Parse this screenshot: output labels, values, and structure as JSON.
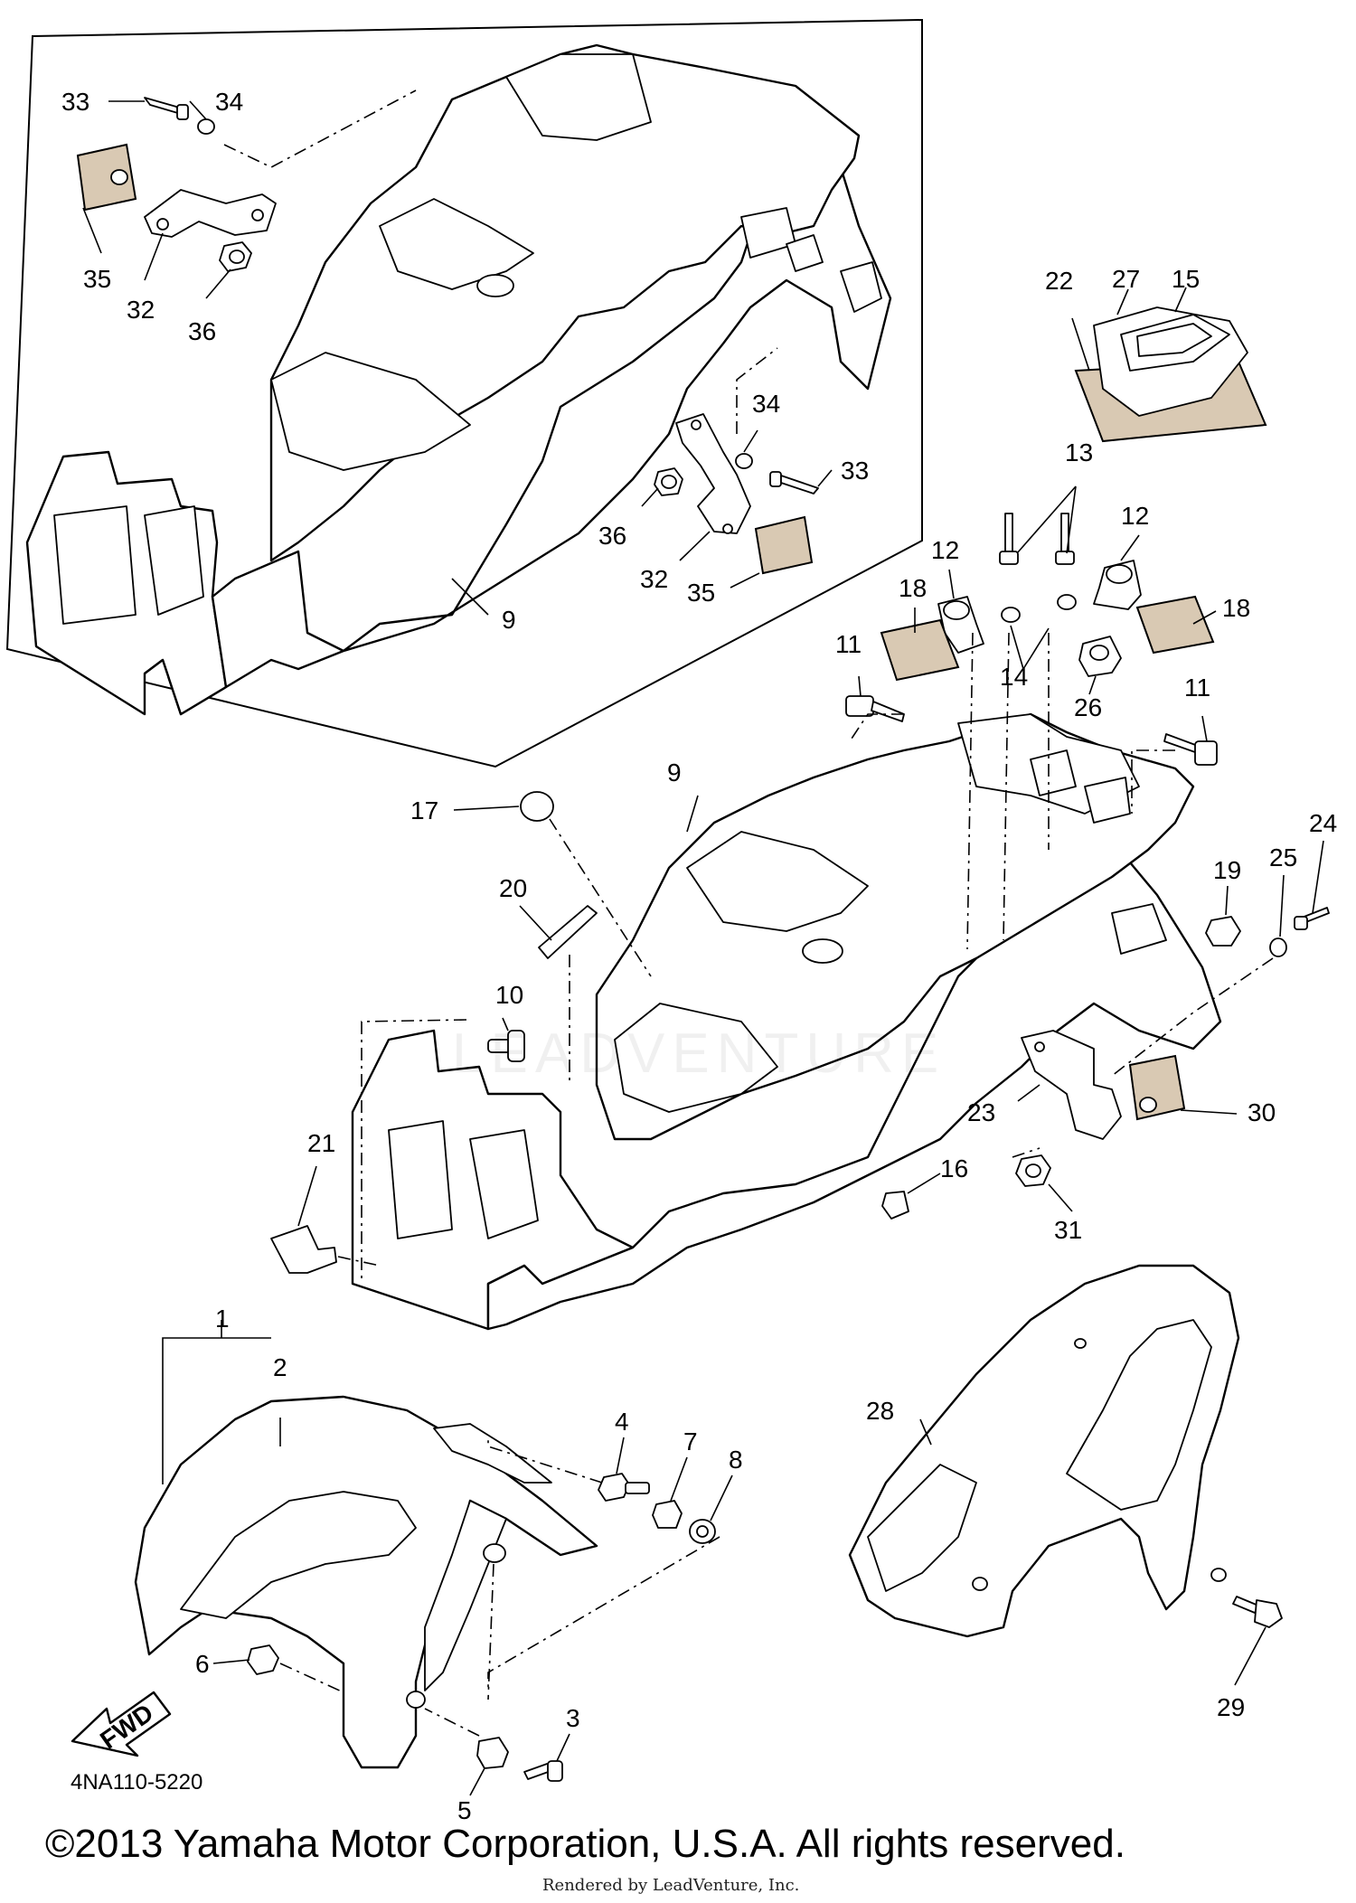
{
  "diagram": {
    "code": "4NA110-5220",
    "copyright": "©2013 Yamaha Motor Corporation, U.S.A. All rights reserved.",
    "rendered_by": "Rendered by LeadVenture, Inc.",
    "watermark": "LEADVENTURE",
    "fwd_arrow": "FWD",
    "callouts": {
      "c1": "1",
      "c2": "2",
      "c3": "3",
      "c4": "4",
      "c5": "5",
      "c6": "6",
      "c7": "7",
      "c8": "8",
      "c9a": "9",
      "c9b": "9",
      "c10": "10",
      "c11a": "11",
      "c11b": "11",
      "c12a": "12",
      "c12b": "12",
      "c13": "13",
      "c14": "14",
      "c15": "15",
      "c16": "16",
      "c17": "17",
      "c18a": "18",
      "c18b": "18",
      "c19": "19",
      "c20": "20",
      "c21": "21",
      "c22": "22",
      "c23": "23",
      "c24": "24",
      "c25": "25",
      "c26": "26",
      "c27": "27",
      "c28": "28",
      "c29": "29",
      "c30": "30",
      "c31": "31",
      "c32a": "32",
      "c32b": "32",
      "c33a": "33",
      "c33b": "33",
      "c34a": "34",
      "c34b": "34",
      "c35a": "35",
      "c35b": "35",
      "c36a": "36",
      "c36b": "36"
    }
  }
}
